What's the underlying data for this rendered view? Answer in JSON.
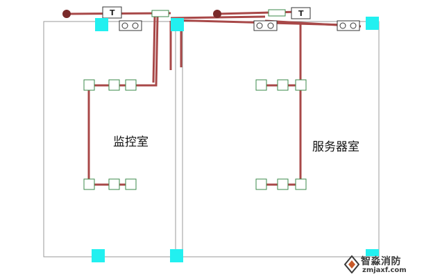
{
  "diagram": {
    "rooms": [
      {
        "id": "monitor-room",
        "label": "监控室"
      },
      {
        "id": "server-room",
        "label": "服务器室"
      }
    ],
    "thermostat_labels": [
      "T",
      "T"
    ]
  },
  "watermark": {
    "name": "智淼消防",
    "url": "zmjaxf.com"
  },
  "colors": {
    "wall": "#9a9a9a",
    "pipe": "#a84848",
    "pipe_dark": "#7a2a2a",
    "nozzle": "#3a8a4a",
    "cyan": "#22f0f0"
  }
}
